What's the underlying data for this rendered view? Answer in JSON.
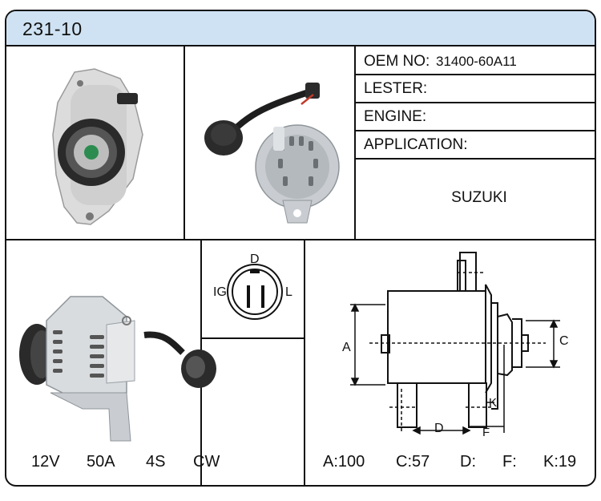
{
  "header": {
    "part_number": "231-10"
  },
  "specs": [
    {
      "label": "OEM NO:",
      "value": "31400-60A11"
    },
    {
      "label": "LESTER:",
      "value": ""
    },
    {
      "label": "ENGINE:",
      "value": ""
    },
    {
      "label": "APPLICATION:",
      "value": ""
    }
  ],
  "application_value": "SUZUKI",
  "connector": {
    "top": "D",
    "left": "IG",
    "right": "L"
  },
  "electrical": {
    "voltage": "12V",
    "amperage": "50A",
    "grooves": "4S",
    "rotation": "CW"
  },
  "dimension_labels": {
    "a": "A",
    "c": "C",
    "d": "D",
    "f": "F",
    "k": "K"
  },
  "dimensions": {
    "a": "A:100",
    "c": "C:57",
    "d": "D:",
    "f": "F:",
    "k": "K:19"
  },
  "colors": {
    "header_bg": "#cfe2f3",
    "border": "#111111"
  }
}
